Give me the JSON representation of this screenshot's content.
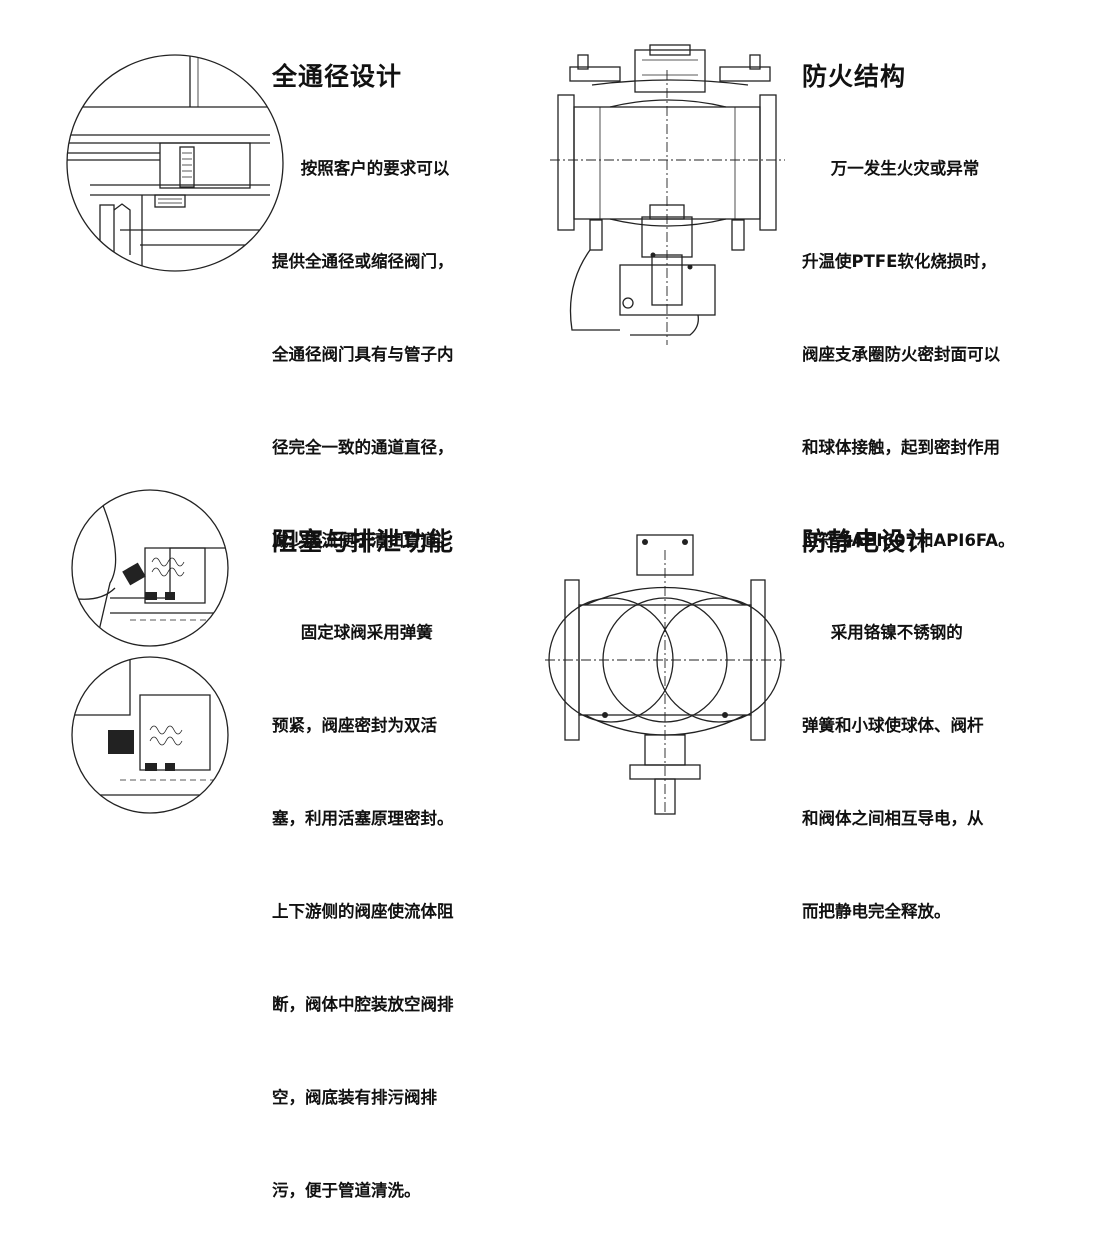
{
  "sections": [
    {
      "title": "全通径设计",
      "lines": [
        "     按照客户的要求可以",
        "提供全通径或缩径阀门，",
        "全通径阀门具有与管子内",
        "径完全一致的通道直径，",
        "减少涡流便于清扫管道。"
      ]
    },
    {
      "title": "防火结构",
      "lines": [
        "     万一发生火灾或异常",
        "升温使PTFE软化烧损时，",
        "阀座支承圈防火密封面可以",
        "和球体接触，起到密封作用",
        "且符合API607和API6FA。"
      ]
    },
    {
      "title": "阻塞与排泄功能",
      "lines": [
        "     固定球阀采用弹簧",
        "预紧，阀座密封为双活",
        "塞，利用活塞原理密封。",
        "上下游侧的阀座使流体阻",
        "断，阀体中腔装放空阀排",
        "空，阀底装有排污阀排",
        "污，便于管道清洗。"
      ]
    },
    {
      "title": "防静电设计",
      "lines": [
        "     采用铬镍不锈钢的",
        "弹簧和小球使球体、阀杆",
        "和阀体之间相互导电，从",
        "而把静电完全释放。"
      ]
    }
  ]
}
